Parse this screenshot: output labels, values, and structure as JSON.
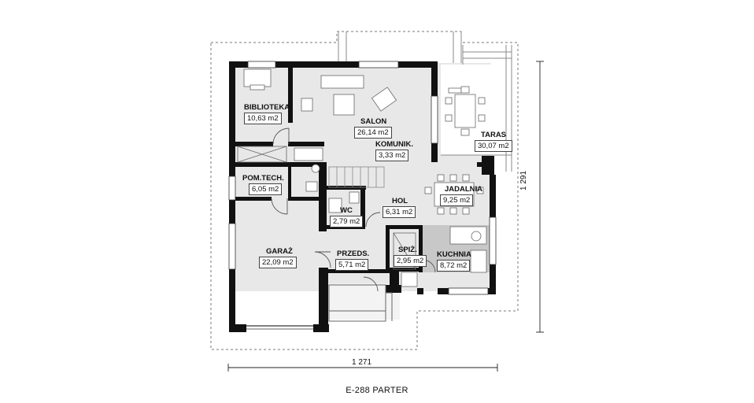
{
  "plan": {
    "caption": "E-288 PARTER",
    "dimension_width": "1 271",
    "dimension_height": "1 291",
    "rooms": [
      {
        "key": "biblioteka",
        "name": "BIBLIOTEKA",
        "area": "10,63 m2"
      },
      {
        "key": "salon",
        "name": "SALON",
        "area": "26,14 m2"
      },
      {
        "key": "komunik",
        "name": "KOMUNIK.",
        "area": "3,33 m2"
      },
      {
        "key": "taras",
        "name": "TARAS",
        "area": "30,07 m2"
      },
      {
        "key": "pom_tech",
        "name": "POM.TECH.",
        "area": "6,05 m2"
      },
      {
        "key": "jadalnia",
        "name": "JADALNIA",
        "area": "9,25 m2"
      },
      {
        "key": "hol",
        "name": "HOL",
        "area": "6,31 m2"
      },
      {
        "key": "wc",
        "name": "WC",
        "area": "2,79 m2"
      },
      {
        "key": "garaz",
        "name": "GARAŻ",
        "area": "22,09 m2"
      },
      {
        "key": "przeds",
        "name": "PRZEDS.",
        "area": "5,71 m2"
      },
      {
        "key": "spiz",
        "name": "SPIŻ.",
        "area": "2,95 m2"
      },
      {
        "key": "kuchnia",
        "name": "KUCHNIA",
        "area": "8,72 m2"
      }
    ]
  },
  "colors": {
    "wall": "#111111",
    "floor": "#e8e8e8",
    "kitchen_floor": "#c8c8c8",
    "outline": "#777777"
  }
}
